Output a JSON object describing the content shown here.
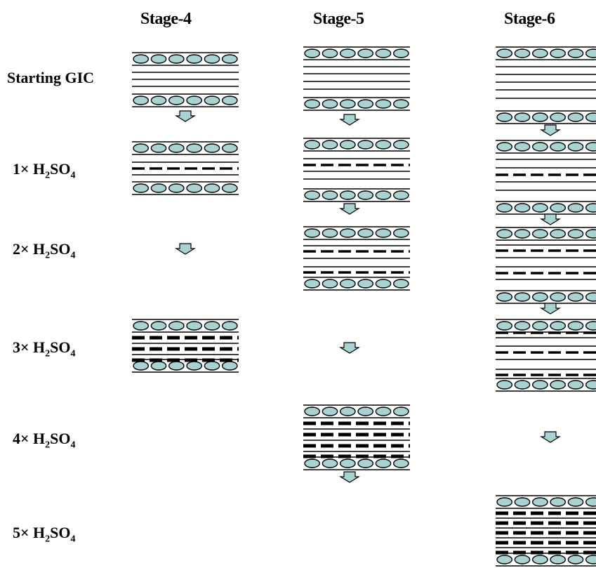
{
  "columns": [
    "Stage-4",
    "Stage-5",
    "Stage-6"
  ],
  "rows": [
    {
      "name": "row-starting-gic",
      "text": "Starting GIC"
    },
    {
      "name": "row-1x",
      "num": "1×",
      "sub1": "2",
      "sub2": "4",
      "pre": "H",
      "mid": "SO"
    },
    {
      "name": "row-2x",
      "num": "2×",
      "sub1": "2",
      "sub2": "4",
      "pre": "H",
      "mid": "SO"
    },
    {
      "name": "row-3x",
      "num": "3×",
      "sub1": "2",
      "sub2": "4",
      "pre": "H",
      "mid": "SO"
    },
    {
      "name": "row-4x",
      "num": "4×",
      "sub1": "2",
      "sub2": "4",
      "pre": "H",
      "mid": "SO"
    },
    {
      "name": "row-5x",
      "num": "5×",
      "sub1": "2",
      "sub2": "4",
      "pre": "H",
      "mid": "SO"
    }
  ],
  "colors": {
    "intercalant_fill": "#a9d3d3",
    "arrow_fill": "#a9d3d3",
    "line": "#000000"
  },
  "icons": {
    "intercalant": "ellipse-row",
    "arrow": "down-arrow"
  }
}
